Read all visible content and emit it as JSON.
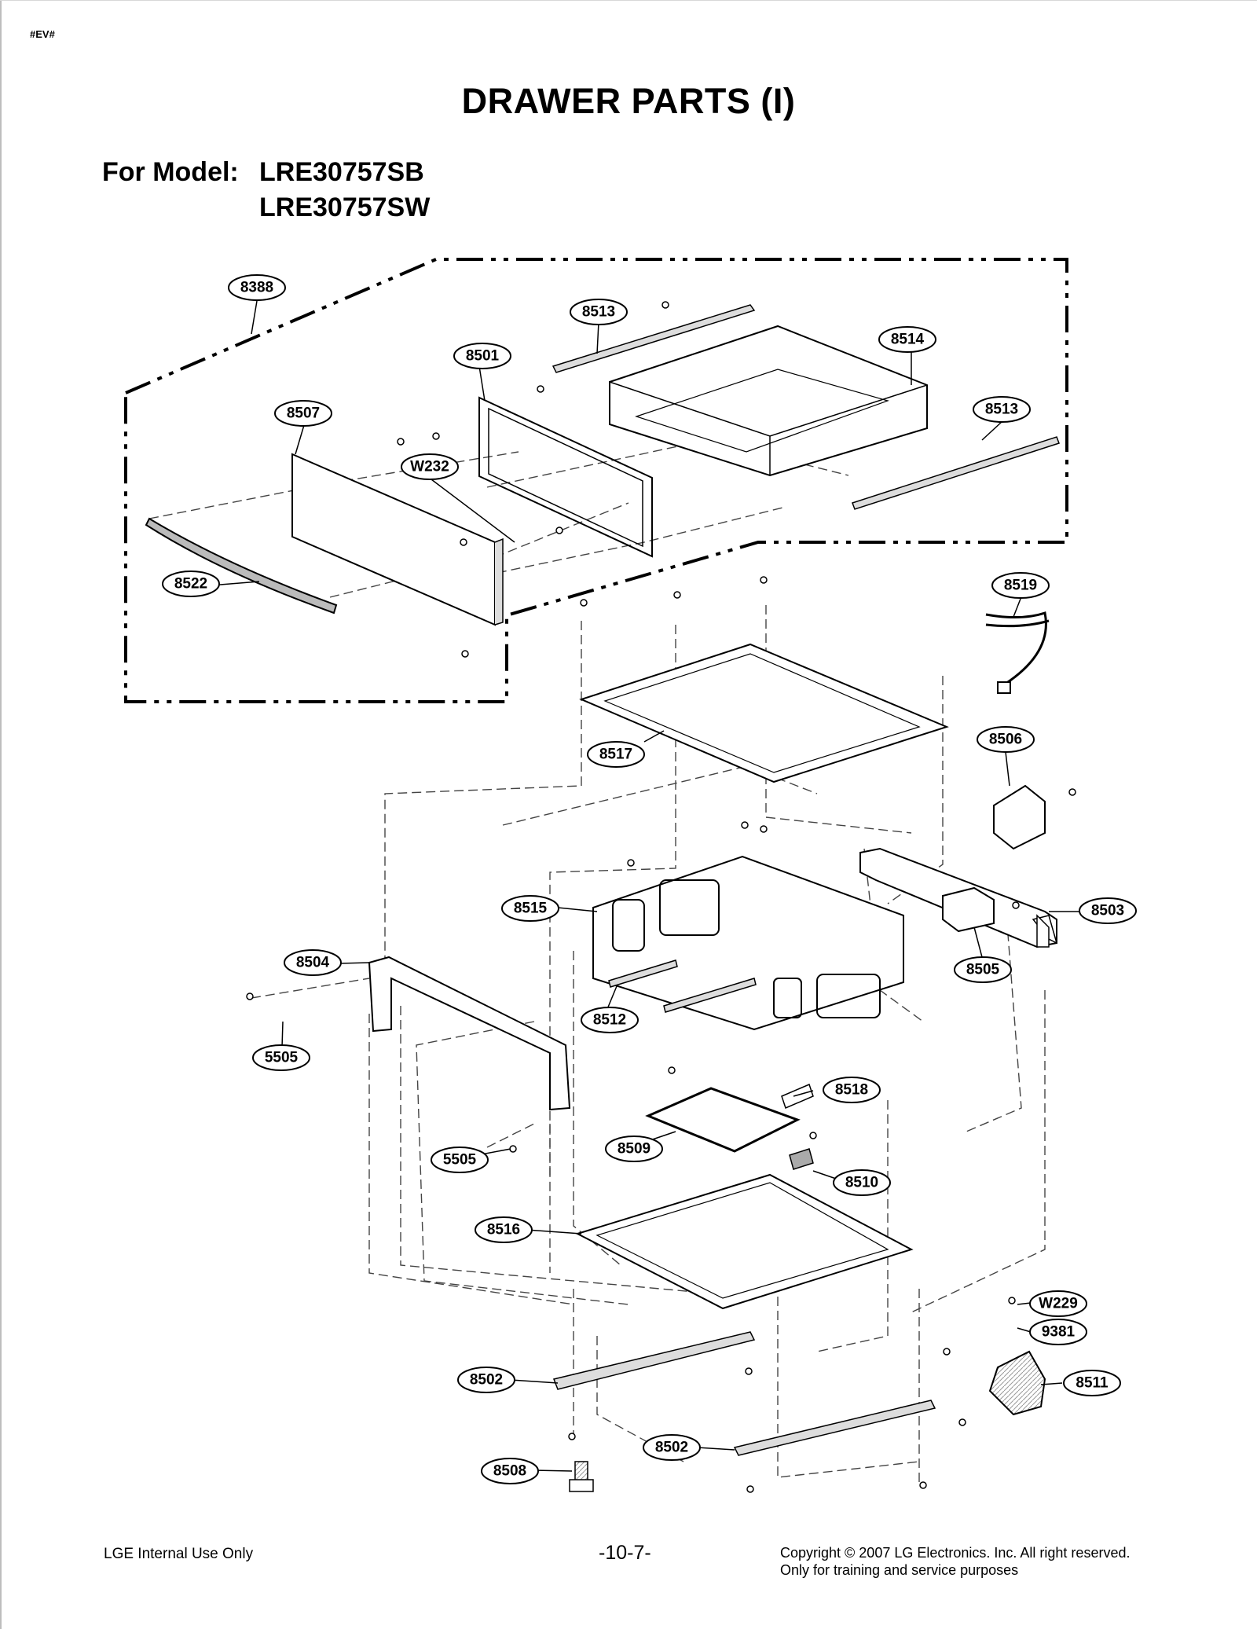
{
  "header": {
    "tag": "#EV#",
    "title": "DRAWER PARTS (I)"
  },
  "model": {
    "label": "For Model:",
    "models": [
      "LRE30757SB",
      "LRE30757SW"
    ]
  },
  "callouts": [
    "8388",
    "8513",
    "8514",
    "8501",
    "8513",
    "8507",
    "W232",
    "8522",
    "8519",
    "8517",
    "8506",
    "8515",
    "8503",
    "8504",
    "8505",
    "8512",
    "5505",
    "8518",
    "8509",
    "5505",
    "8510",
    "8516",
    "W229",
    "9381",
    "8502",
    "8511",
    "8502",
    "8508"
  ],
  "footer": {
    "left": "LGE Internal Use Only",
    "center": "-10-7-",
    "copyright": "Copyright © 2007 LG Electronics. Inc. All right reserved.",
    "notice": "Only for training and service purposes"
  }
}
